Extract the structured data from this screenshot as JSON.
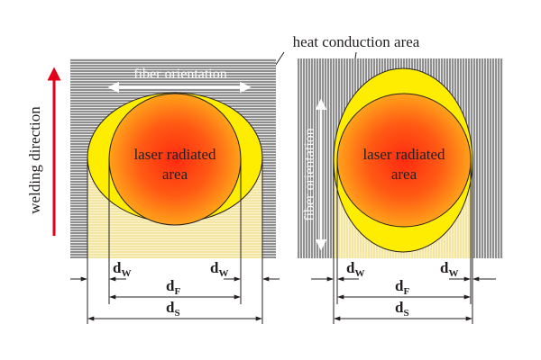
{
  "title": "heat conduction area",
  "welding_direction": "welding direction",
  "colors": {
    "welding_arrow": "#e3001b",
    "hatch_background": "#8f8f8f",
    "hatch_line": "#e6e6e6",
    "heat_zone": "#ffed00",
    "weld_trail": "#f2e4a0",
    "laser_center": "#ff3a10",
    "laser_edge": "#ff9a1a"
  },
  "left_panel": {
    "fiber_label": "fiber orientation",
    "fiber_direction": "horizontal",
    "center_label": {
      "line1": "laser radiated",
      "line2": "area"
    },
    "dims": {
      "dw_left": {
        "main": "d",
        "sub": "W"
      },
      "dw_right": {
        "main": "d",
        "sub": "W"
      },
      "df": {
        "main": "d",
        "sub": "F"
      },
      "ds": {
        "main": "d",
        "sub": "S"
      }
    }
  },
  "right_panel": {
    "fiber_label": "fiber orientation",
    "fiber_direction": "vertical",
    "center_label": {
      "line1": "laser radiated",
      "line2": "area"
    },
    "dims": {
      "dw_left": {
        "main": "d",
        "sub": "W"
      },
      "dw_right": {
        "main": "d",
        "sub": "W"
      },
      "df": {
        "main": "d",
        "sub": "F"
      },
      "ds": {
        "main": "d",
        "sub": "S"
      }
    }
  }
}
